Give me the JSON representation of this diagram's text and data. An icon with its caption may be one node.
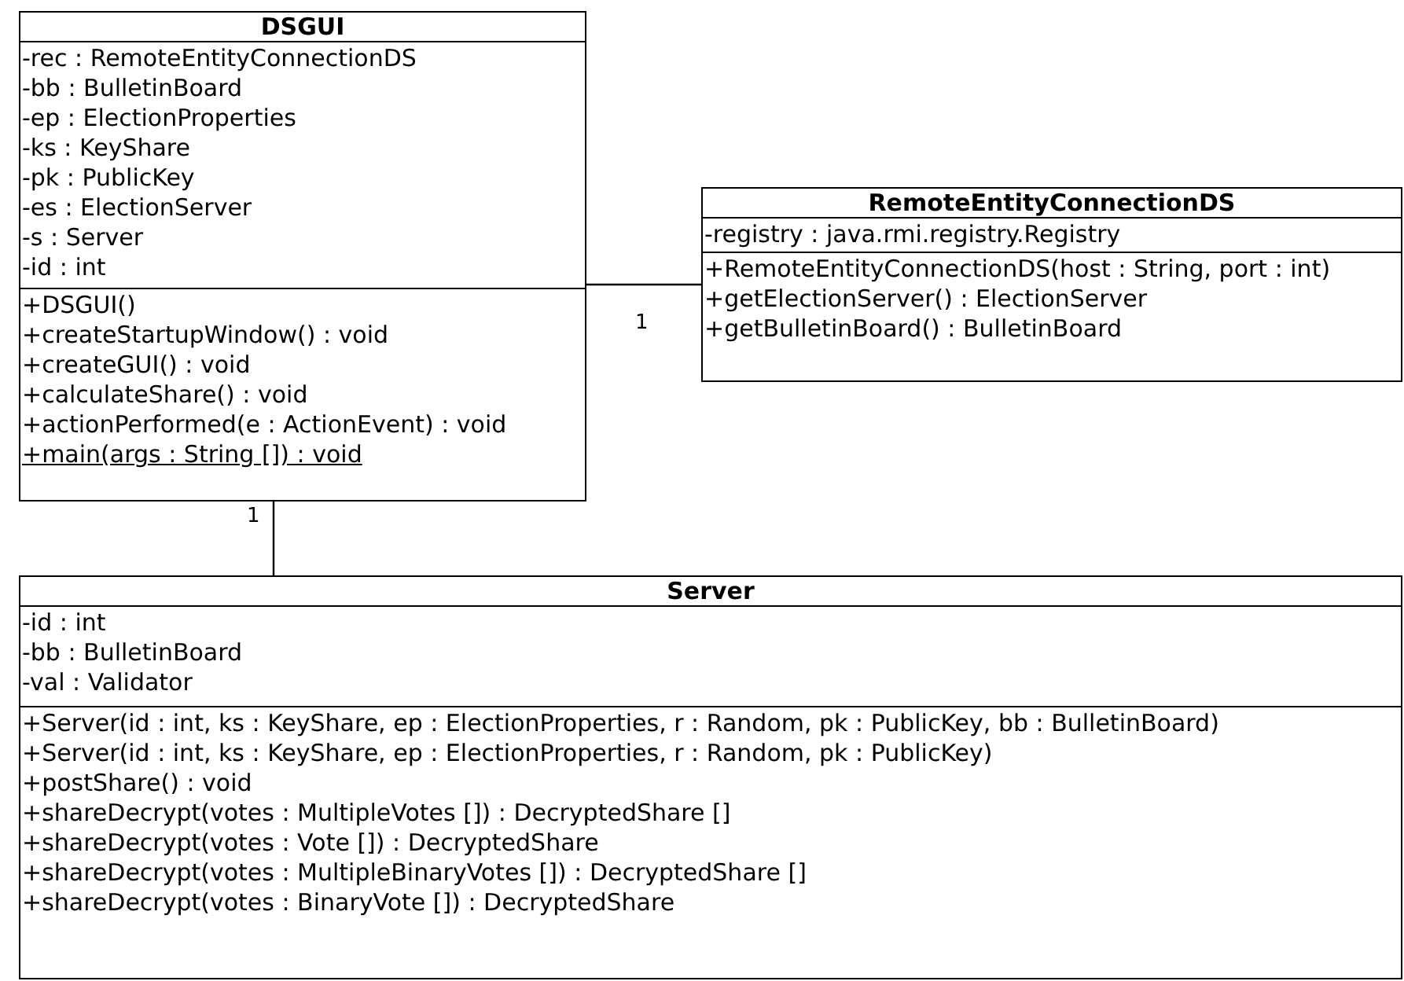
{
  "diagram": {
    "nodes": [
      {
        "text": [
          "DSGUI"
        ]
      },
      {
        "text": [
          "-rec : RemoteEntityConnectionDS",
          "-bb : BulletinBoard",
          "-ep : ElectionProperties",
          "-ks : KeyShare",
          "-pk : PublicKey",
          "-es : ElectionServer",
          "-s : Server",
          "-id : int"
        ],
        "in": 0
      },
      {
        "text": [
          "+DSGUI()",
          "+createStartupWindow() : void",
          "+createGUI() : void",
          "+calculateShare() : void",
          "+actionPerformed(e : ActionEvent) : void",
          "+main(args : String []) : void"
        ],
        "in": 0
      },
      {
        "text": [
          "RemoteEntityConnectionDS"
        ]
      },
      {
        "text": [
          "-registry : java.rmi.registry.Registry"
        ],
        "in": 3
      },
      {
        "text": [
          "+RemoteEntityConnectionDS(host : String, port : int)",
          "+getElectionServer() : ElectionServer",
          "+getBulletinBoard() : BulletinBoard"
        ],
        "in": 3
      },
      {
        "text": [
          "Server"
        ]
      },
      {
        "text": [
          "-id : int",
          "-bb : BulletinBoard",
          "-val : Validator"
        ],
        "in": 6
      },
      {
        "text": [
          "+Server(id : int, ks : KeyShare, ep : ElectionProperties, r : Random, pk : PublicKey, bb : BulletinBoard)",
          "+Server(id : int, ks : KeyShare, ep : ElectionProperties, r : Random, pk : PublicKey)",
          "+postShare() : void",
          "+shareDecrypt(votes : MultipleVotes []) : DecryptedShare []",
          "+shareDecrypt(votes : Vote []) : DecryptedShare",
          "+shareDecrypt(votes : MultipleBinaryVotes []) : DecryptedShare []",
          "+shareDecrypt(votes : BinaryVote []) : DecryptedShare"
        ],
        "in": 6
      }
    ],
    "edges": [
      {
        "from": 0,
        "to": 3,
        "arrow": "none",
        "label": "1"
      },
      {
        "from": 0,
        "to": 6,
        "arrow": "none",
        "label": "1"
      }
    ]
  }
}
